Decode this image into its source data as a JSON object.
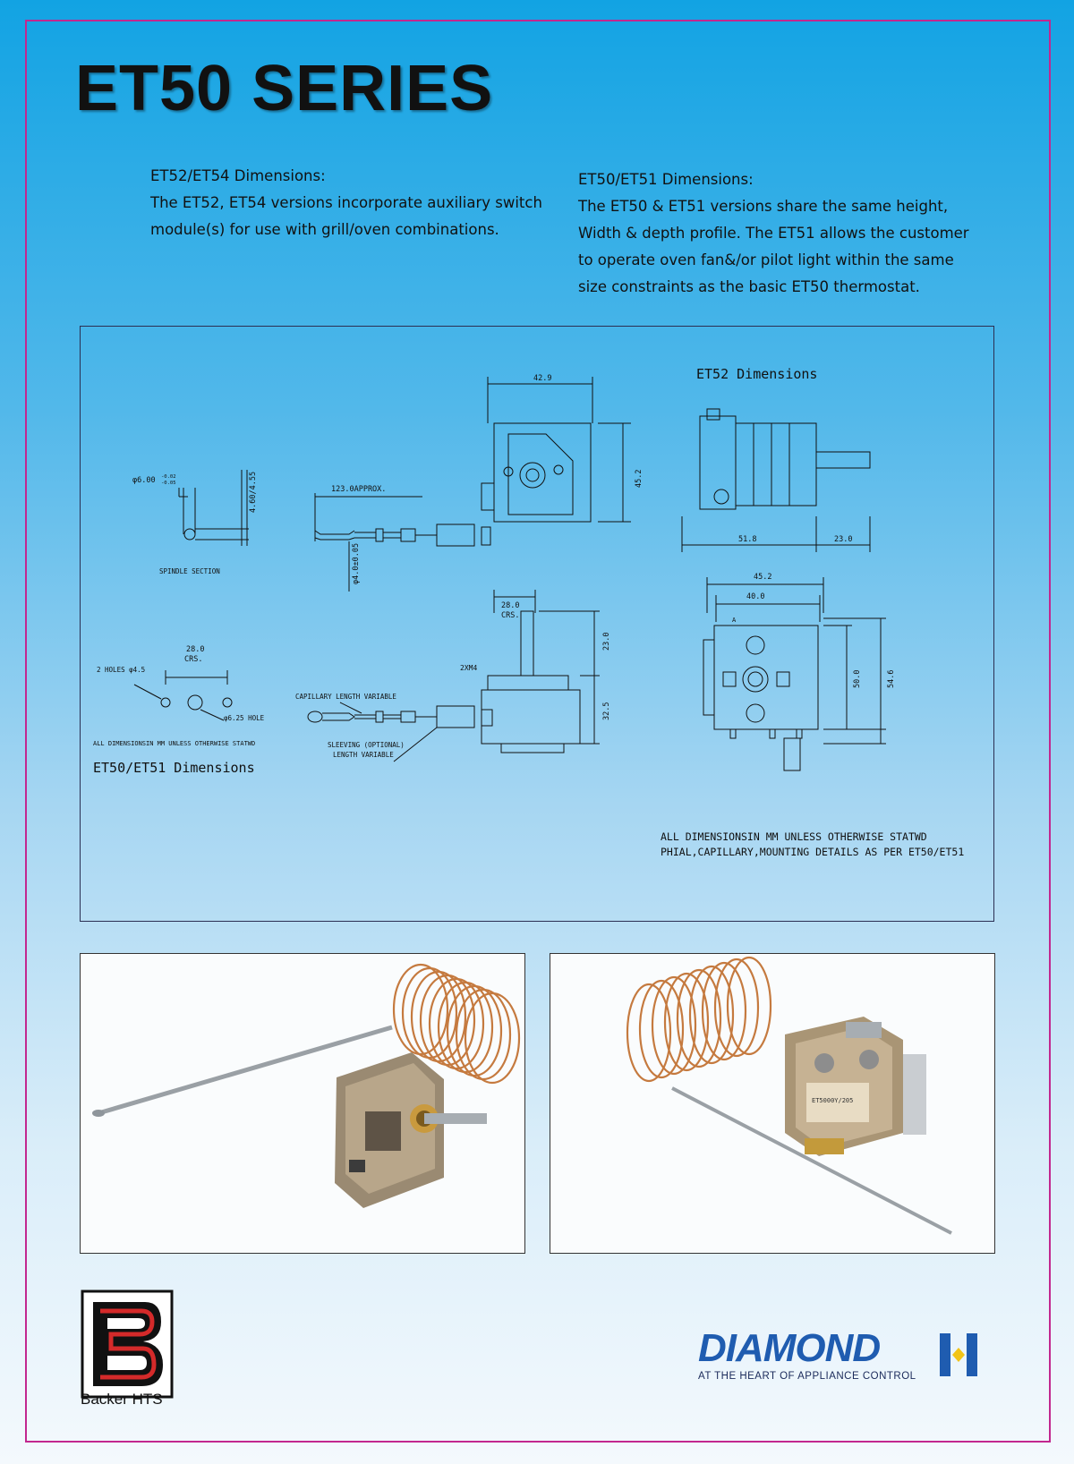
{
  "title": "ET50 SERIES",
  "desc_left": {
    "heading": "ET52/ET54 Dimensions:",
    "lines": [
      "The ET52, ET54 versions incorporate auxiliary switch",
      "module(s) for use with grill/oven combinations."
    ]
  },
  "desc_right": {
    "heading": "ET50/ET51 Dimensions:",
    "lines": [
      "The ET50 & ET51 versions share the same height,",
      "Width & depth profile. The ET51 allows the customer",
      "to operate oven fan&/or pilot light within the same",
      "size constraints as the basic ET50 thermostat."
    ]
  },
  "drawing": {
    "et52_label": "ET52 Dimensions",
    "et50_label": "ET50/ET51 Dimensions",
    "spindle_section": "SPINDLE SECTION",
    "spindle_dia": "φ6.00",
    "spindle_tol_top": "-0.02",
    "spindle_tol_bottom": "-0.05",
    "spindle_flat": "4.60/4.55",
    "approx_length": "123.0APPROX.",
    "phial_dia": "φ4.0±0.05",
    "width_429": "42.9",
    "height_452": "45.2",
    "dim_518": "51.8",
    "dim_230_top": "23.0",
    "holes_crs": "28.0",
    "holes_crs_unit": "CRS.",
    "two_holes": "2 HOLES φ4.5",
    "hole_625": "φ6.25 HOLE",
    "note_small": "ALL DIMENSIONSIN MM UNLESS OTHERWISE STATWD",
    "side_crs": "28.0",
    "side_crs_unit": "CRS.",
    "thread": "2XM4",
    "capillary": "CAPILLARY LENGTH VARIABLE",
    "sleeving_1": "SLEEVING (OPTIONAL)",
    "sleeving_2": "LENGTH VARIABLE",
    "dim_230_side": "23.0",
    "dim_325": "32.5",
    "front_452": "45.2",
    "front_400": "40.0",
    "front_500": "50.0",
    "front_546": "54.6",
    "note_1": "ALL DIMENSIONSIN MM UNLESS OTHERWISE STATWD",
    "note_2": "PHIAL,CAPILLARY,MOUNTING DETAILS AS PER ET50/ET51",
    "front_marks": "A"
  },
  "photo_left": {
    "marking": ""
  },
  "photo_right": {
    "marking": "ET5000Y/205"
  },
  "backer": {
    "name": "Backer HTS"
  },
  "diamond": {
    "name": "DIAMOND",
    "tagline": "AT THE HEART OF APPLIANCE CONTROL"
  },
  "colors": {
    "frame": "#c2278f",
    "diamond_blue": "#1f5cb0",
    "backer_red": "#d42a2a"
  }
}
